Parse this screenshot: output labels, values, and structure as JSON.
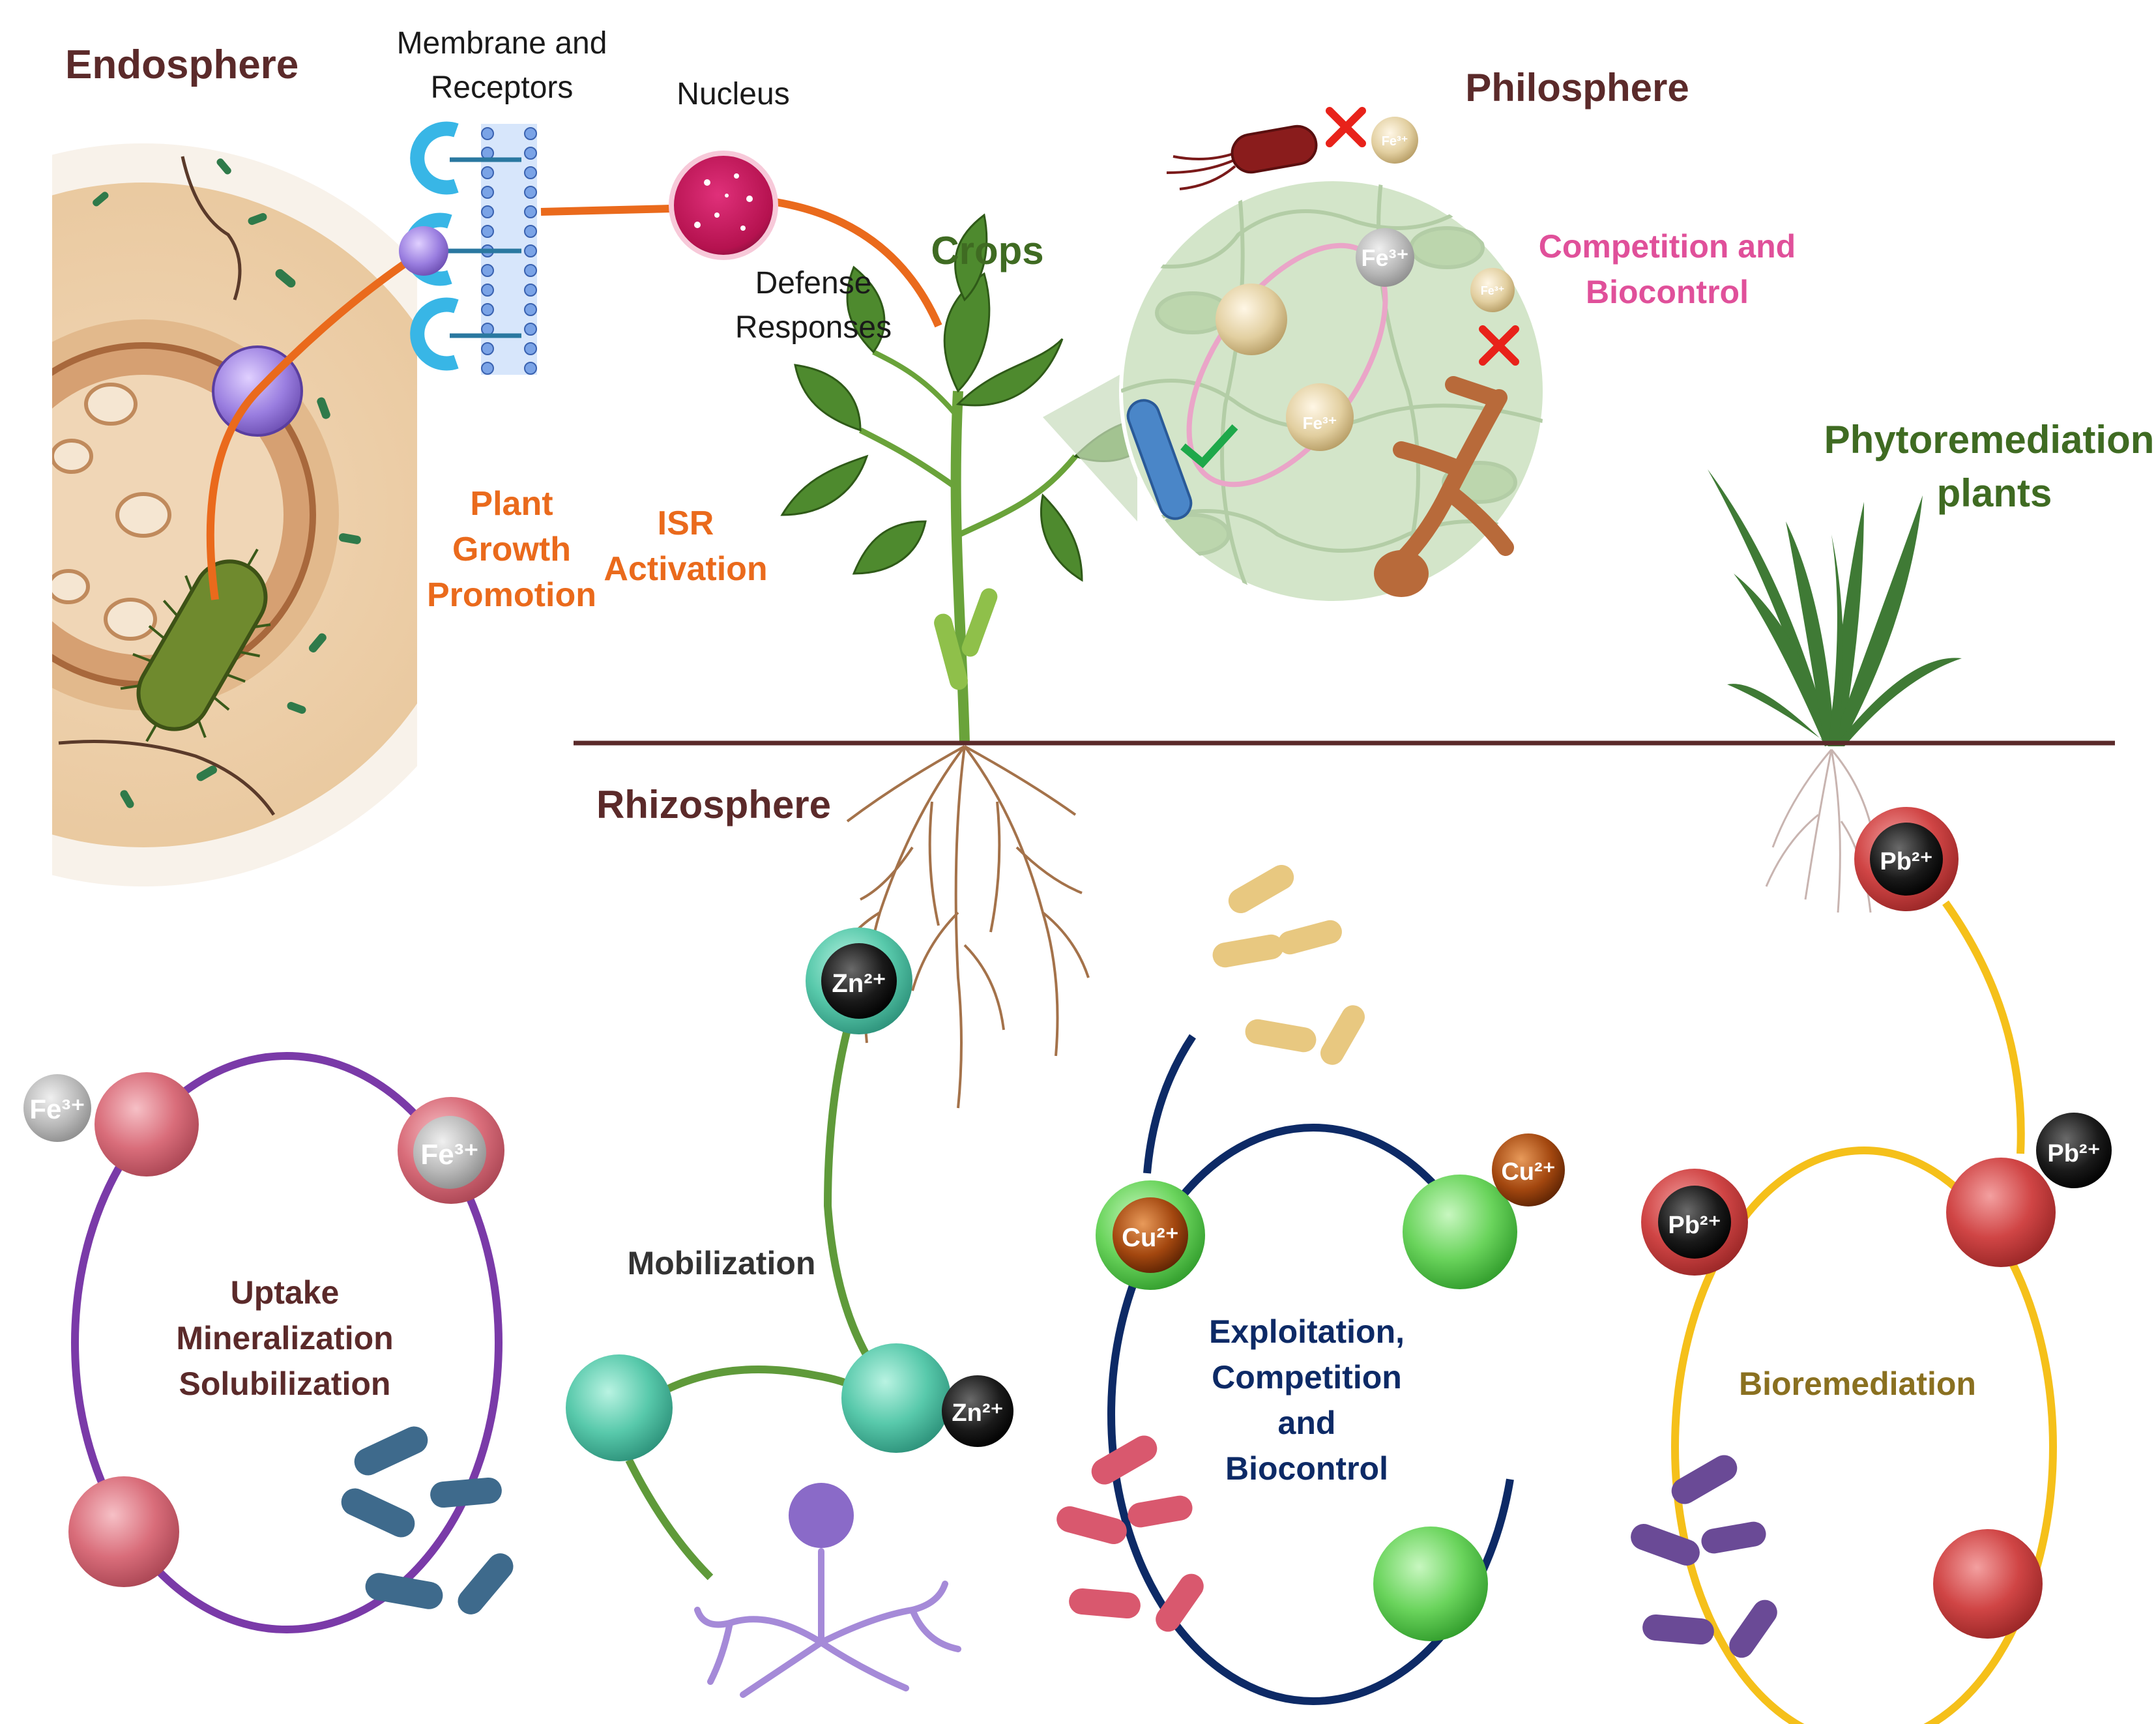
{
  "labels": {
    "endosphere": "Endosphere",
    "membrane_l1": "Membrane and",
    "membrane_l2": "Receptors",
    "nucleus": "Nucleus",
    "defense_l1": "Defense",
    "defense_l2": "Responses",
    "crops": "Crops",
    "philosphere": "Philosphere",
    "competition_l1": "Competition and",
    "competition_l2": "Biocontrol",
    "phyto_l1": "Phytoremediation",
    "phyto_l2": "plants",
    "pgp_l1": "Plant",
    "pgp_l2": "Growth",
    "pgp_l3": "Promotion",
    "isr_l1": "ISR",
    "isr_l2": "Activation",
    "rhizosphere": "Rhizosphere",
    "mobilization": "Mobilization",
    "uptake_l1": "Uptake",
    "uptake_l2": "Mineralization",
    "uptake_l3": "Solubilization",
    "exploit_l1": "Exploitation,",
    "exploit_l2": "Competition",
    "exploit_l3": "and",
    "exploit_l4": "Biocontrol",
    "bioremediation": "Bioremediation"
  },
  "ions": {
    "fe": "Fe³⁺",
    "zn": "Zn²⁺",
    "cu": "Cu²⁺",
    "pb": "Pb²⁺"
  },
  "colors": {
    "title_dark": "#5b2a2a",
    "orange": "#ea6a1c",
    "crops_green": "#3f6b22",
    "pink_label": "#e0509a",
    "navy": "#0d2a66",
    "purple_ring": "#7a3aa8",
    "green_ring": "#5f9a3a",
    "yellow_ring": "#f5c01a",
    "olive_label": "#8a7020",
    "soil_line": "#5a2a2a"
  }
}
